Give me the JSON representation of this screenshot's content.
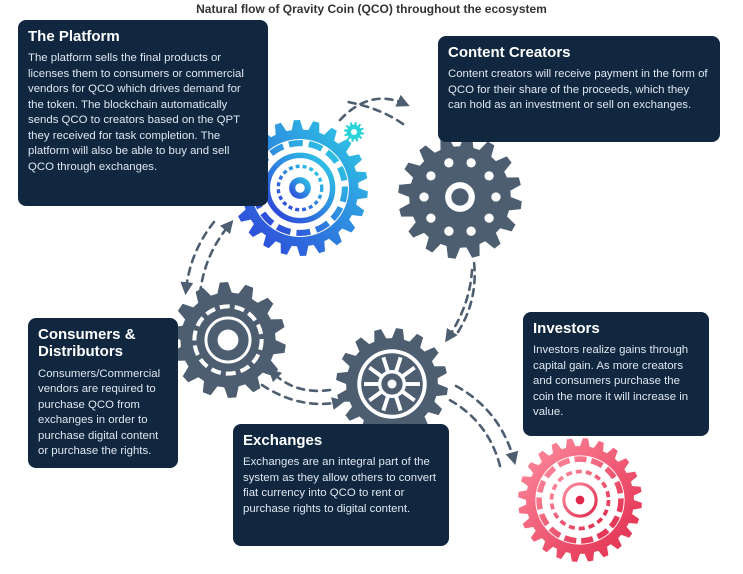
{
  "title": "Natural flow of Qravity Coin (QCO) throughout the ecosystem",
  "boxes": {
    "platform": {
      "heading": "The Platform",
      "text": "The platform sells the final products or licenses them to consumers or commercial vendors for QCO which drives demand for the token. The blockchain automatically sends QCO to creators based on the QPT they received for task completion. The platform will also be able to buy and sell QCO through exchanges."
    },
    "creators": {
      "heading": "Content Creators",
      "text": "Content creators will receive payment in the form of QCO for their share of the proceeds, which they can hold as an investment or sell on exchanges."
    },
    "consumers": {
      "heading": "Consumers & Distributors",
      "text": "Consumers/Commercial vendors are required to purchase QCO from exchanges in order to purchase digital content or purchase the rights."
    },
    "exchanges": {
      "heading": "Exchanges",
      "text": "Exchanges are an integral part of the system as they allow others to convert fiat currency into QCO to rent or purchase rights to digital content."
    },
    "investors": {
      "heading": "Investors",
      "text": "Investors realize gains through capital gain. As more creators and consumers purchase the coin the more it will increase in value."
    }
  },
  "colors": {
    "box_bg": "#10273f",
    "gear_gray": "#4d5e70",
    "gear_blue_start": "#2d3ad8",
    "gear_blue_end": "#2fd2e6",
    "gear_red_start": "#ff7b8e",
    "gear_red_end": "#e0284a",
    "small_gear": "#2ad3d8",
    "arrow": "#4d5e70"
  },
  "icons": [
    "gear-icon",
    "small-gear-icon",
    "dashed-arrow-icon"
  ]
}
